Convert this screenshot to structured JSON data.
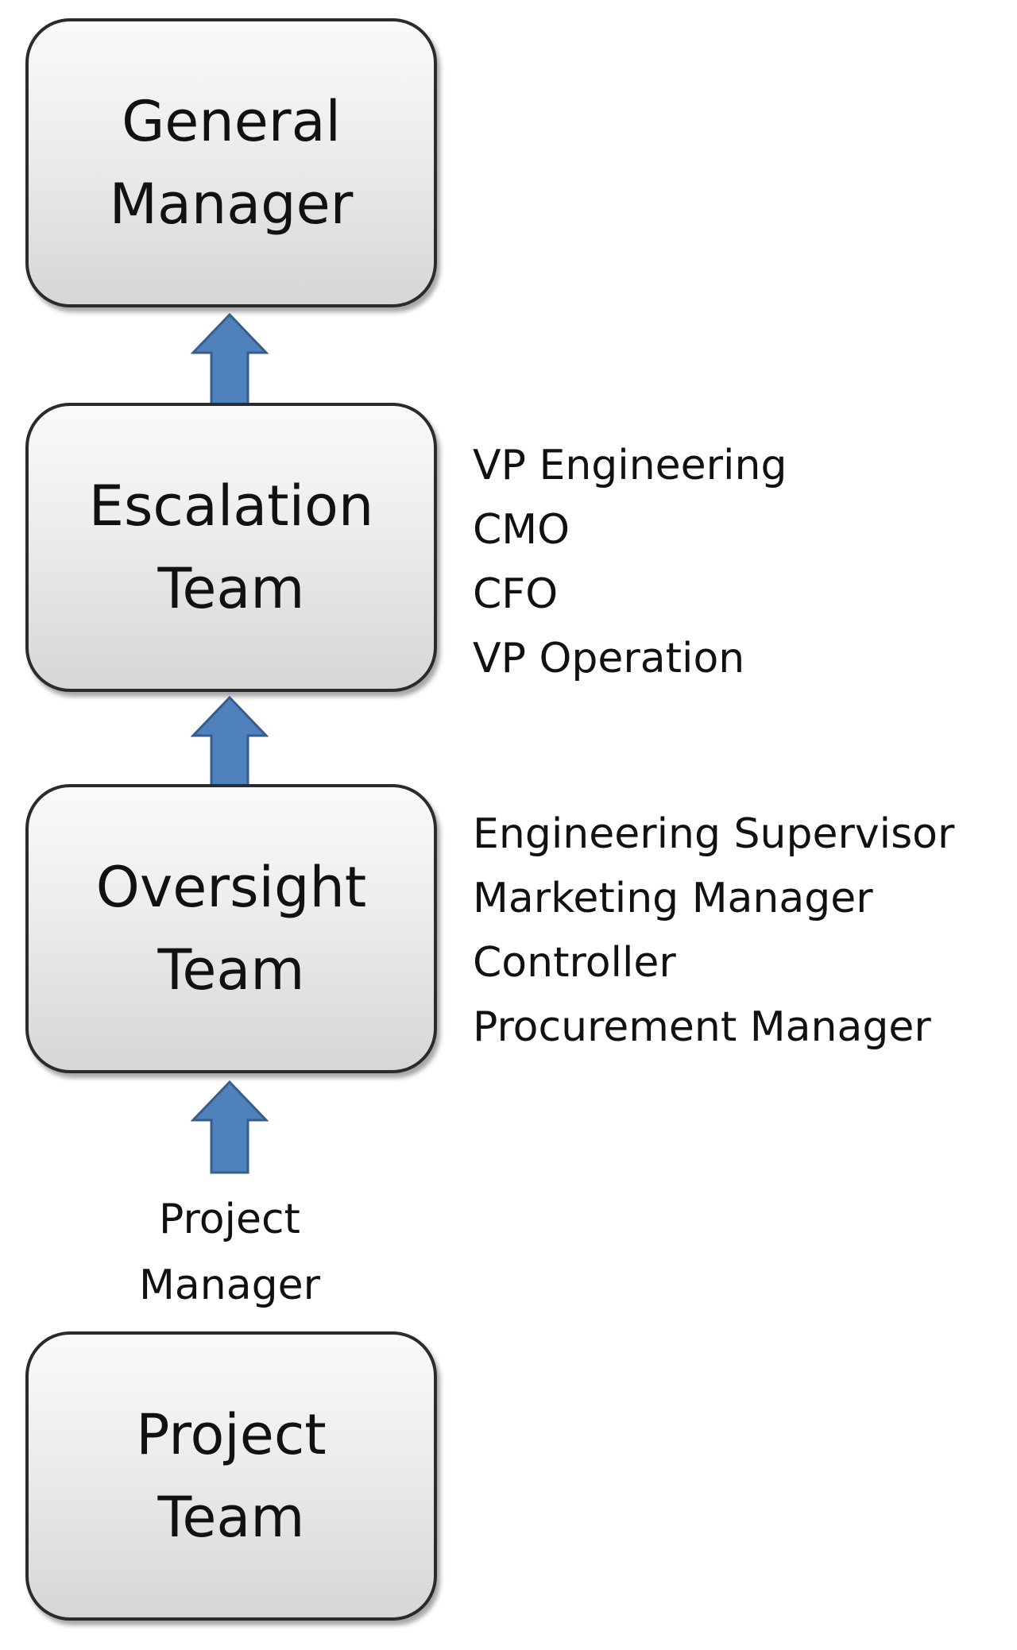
{
  "boxes": {
    "general_manager": [
      "General",
      "Manager"
    ],
    "escalation_team": [
      "Escalation",
      "Team"
    ],
    "oversight_team": [
      "Oversight",
      "Team"
    ],
    "project_team": [
      "Project",
      "Team"
    ]
  },
  "escalation_members": [
    "VP Engineering",
    "CMO",
    "CFO",
    "VP Operation"
  ],
  "oversight_members": [
    "Engineering Supervisor",
    "Marketing Manager",
    "Controller",
    "Procurement Manager"
  ],
  "project_manager_label": [
    "Project",
    "Manager"
  ],
  "colors": {
    "arrow_fill": "#4f81bd",
    "arrow_stroke": "#385d8a",
    "box_border": "#2b2b2b",
    "box_fill_top": "#fafafa",
    "box_fill_bottom": "#d6d6d6"
  },
  "icons": {
    "arrow": "up-arrow-icon"
  }
}
